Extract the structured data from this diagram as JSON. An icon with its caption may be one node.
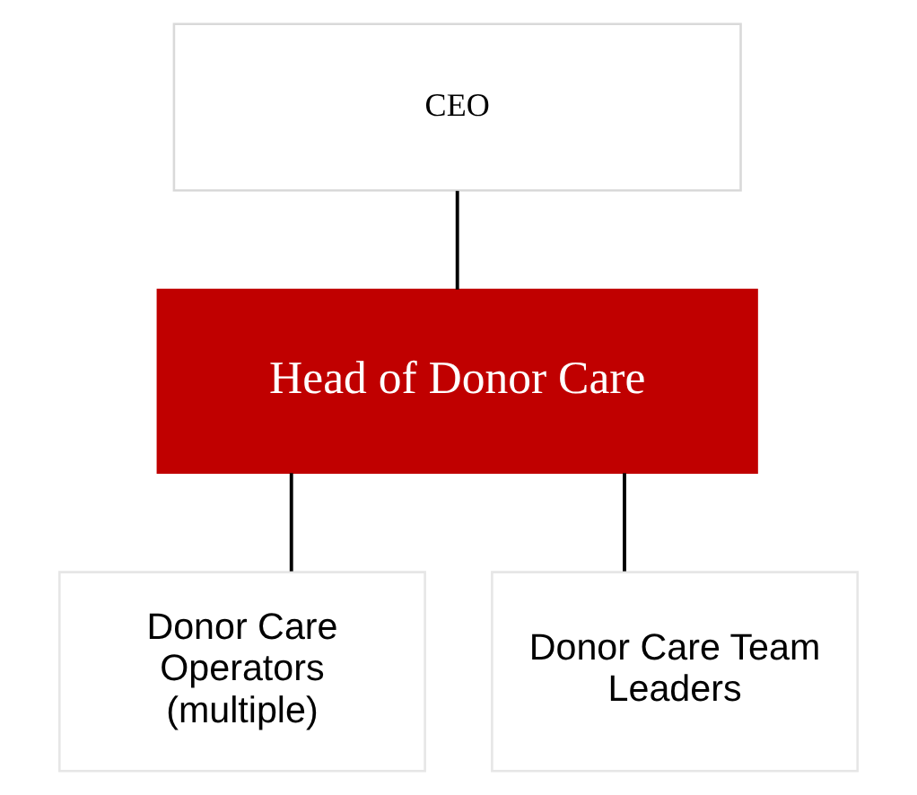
{
  "diagram": {
    "nodes": [
      {
        "text": [
          "CEO"
        ]
      },
      {
        "text": [
          "Head of Donor Care"
        ]
      },
      {
        "text": [
          "Donor Care Operators (multiple)"
        ]
      },
      {
        "text": [
          "Donor Care Team Leaders"
        ]
      }
    ],
    "edges": [
      {
        "from": 0,
        "to": 1,
        "arrow": "none"
      },
      {
        "from": 1,
        "to": 2,
        "arrow": "none"
      },
      {
        "from": 1,
        "to": 3,
        "arrow": "none"
      }
    ]
  }
}
